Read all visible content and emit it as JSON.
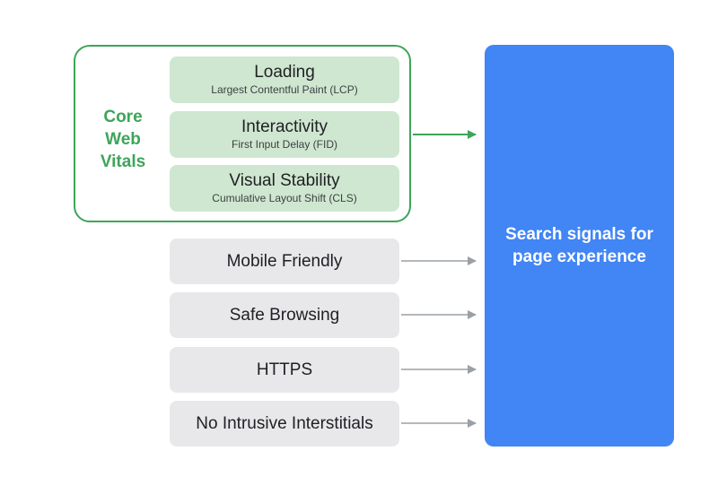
{
  "core_web_vitals": {
    "label_lines": [
      "Core",
      "Web",
      "Vitals"
    ],
    "metrics": [
      {
        "title": "Loading",
        "subtitle": "Largest Contentful Paint (LCP)"
      },
      {
        "title": "Interactivity",
        "subtitle": "First Input Delay (FID)"
      },
      {
        "title": "Visual Stability",
        "subtitle": "Cumulative Layout Shift (CLS)"
      }
    ]
  },
  "other_signals": [
    {
      "label": "Mobile Friendly"
    },
    {
      "label": "Safe Browsing"
    },
    {
      "label": "HTTPS"
    },
    {
      "label": "No Intrusive Interstitials"
    }
  ],
  "target": {
    "label": "Search signals for page experience"
  },
  "colors": {
    "green": "#3ea55a",
    "green_fill": "#cfe7d0",
    "gray_fill": "#e8e8ea",
    "blue": "#4285f4",
    "arrow_gray": "#9aa0a6"
  }
}
